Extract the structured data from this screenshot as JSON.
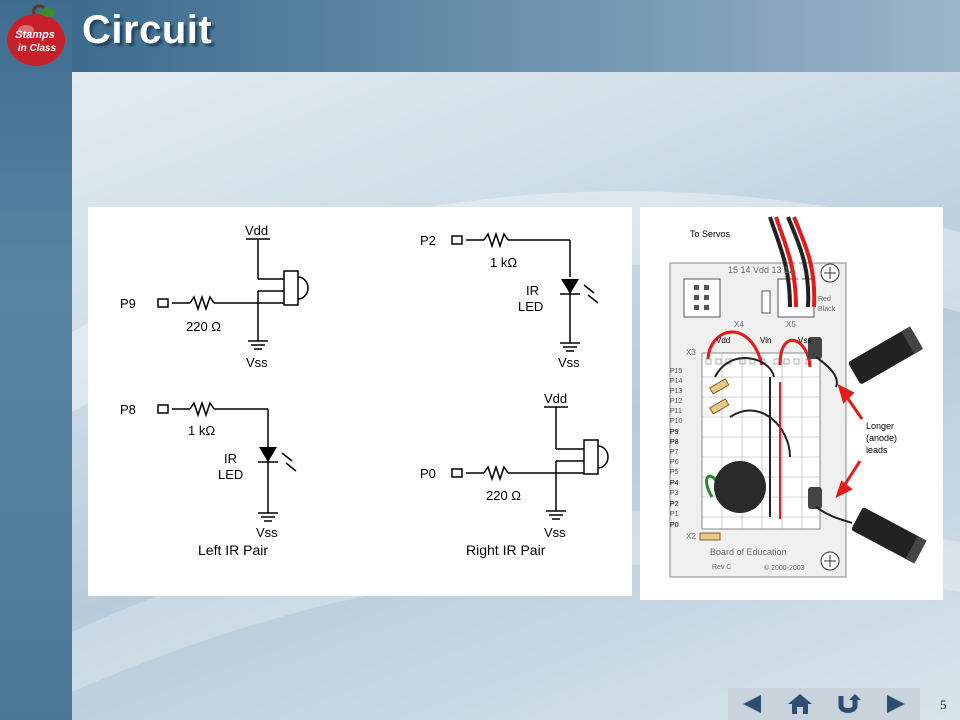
{
  "slide": {
    "title": "Circuit",
    "number": "5"
  },
  "logo": {
    "text_line1": "Stamps",
    "text_line2": "in Class"
  },
  "schematic": {
    "left_pair": {
      "vdd": "Vdd",
      "pin_receiver": "P9",
      "resistor_receiver": "220 Ω",
      "vss_receiver": "Vss",
      "pin_led": "P8",
      "resistor_led": "1 kΩ",
      "led_line1": "IR",
      "led_line2": "LED",
      "vss_led": "Vss",
      "caption": "Left IR Pair"
    },
    "right_pair": {
      "pin_led": "P2",
      "resistor_led": "1 kΩ",
      "led_line1": "IR",
      "led_line2": "LED",
      "vss_led": "Vss",
      "vdd": "Vdd",
      "pin_receiver": "P0",
      "resistor_receiver": "220 Ω",
      "vss_receiver": "Vss",
      "caption": "Right IR Pair"
    }
  },
  "board": {
    "to_servos": "To Servos",
    "header_numbers": "15 14  Vdd 13 12",
    "red": "Red",
    "black": "Black",
    "x4": "X4",
    "x5": "X5",
    "x3": "X3",
    "x2": "X2",
    "vdd": "Vdd",
    "vin": "Vin",
    "vss": "Vss",
    "pins": [
      "P15",
      "P14",
      "P13",
      "P12",
      "P11",
      "P10",
      "P9",
      "P8",
      "P7",
      "P6",
      "P5",
      "P4",
      "P3",
      "P2",
      "P1",
      "P0"
    ],
    "annotation_line1": "Longer",
    "annotation_line2": "(anode)",
    "annotation_line3": "leads",
    "brand": "Board of Education",
    "rev": "Rev C",
    "copyright": "© 2000-2003"
  },
  "nav": {
    "prev": "back-arrow-icon",
    "home": "home-icon",
    "return": "return-icon",
    "next": "forward-arrow-icon"
  }
}
